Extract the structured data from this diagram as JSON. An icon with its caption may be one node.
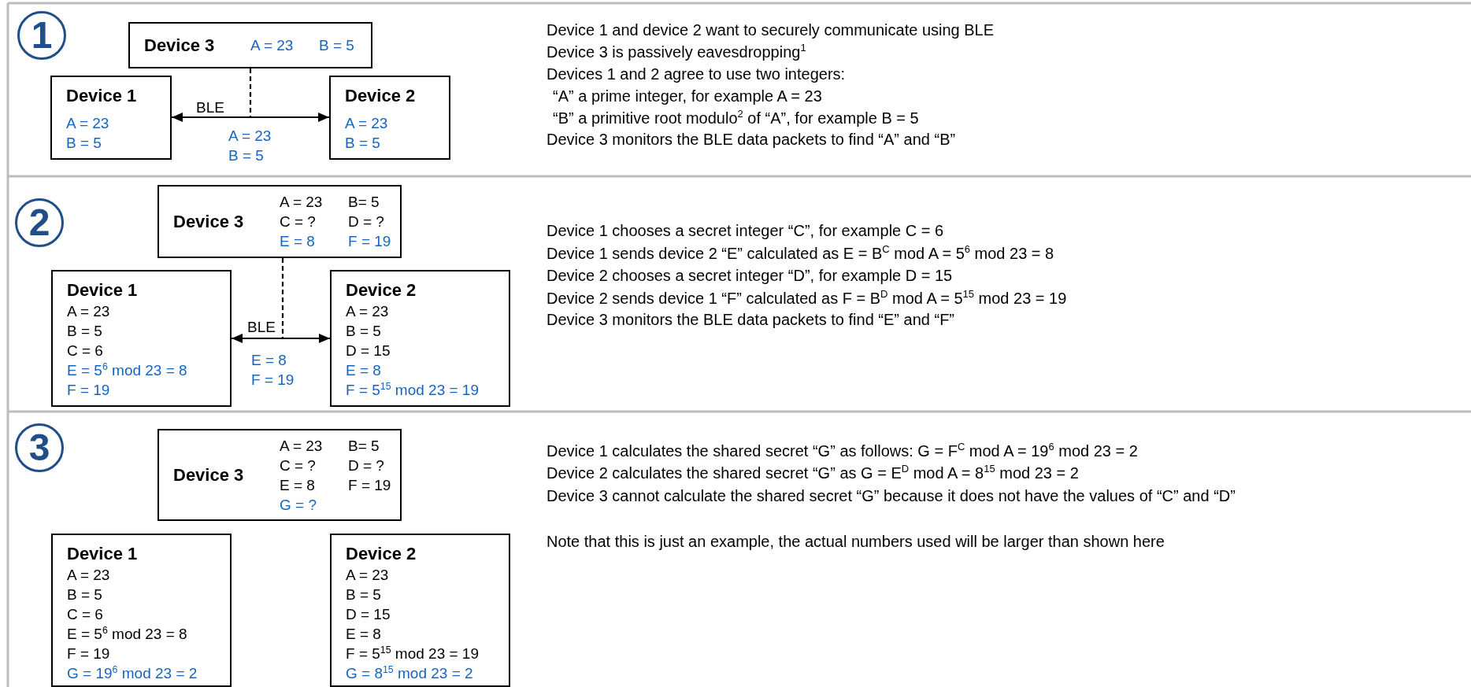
{
  "diagram": {
    "nodes": [
      {
        "text": [
          "1"
        ]
      },
      {
        "text": [
          "Device 3",
          "A = 23",
          "B = 5"
        ]
      },
      {
        "text": [
          "Device 1",
          "A = 23",
          "B = 5"
        ]
      },
      {
        "text": [
          "Device 2",
          "A = 23",
          "B = 5"
        ]
      },
      {
        "text": [
          "2"
        ]
      },
      {
        "text": [
          "Device 3",
          "A = 23",
          "B= 5",
          "C = ?",
          "D = ?",
          "E = 8",
          "F = 19"
        ]
      },
      {
        "text": [
          "Device 1",
          "A = 23",
          "B = 5",
          "C = 6",
          "E = 5$^{6}$ mod 23 = 8",
          "F = 19"
        ]
      },
      {
        "text": [
          "Device 2",
          "A = 23",
          "B = 5",
          "D = 15",
          "E = 8",
          "F = 5$^{15}$ mod 23 = 19"
        ]
      },
      {
        "text": [
          "3"
        ]
      },
      {
        "text": [
          "Device 3",
          "A = 23",
          "B= 5",
          "C = ?",
          "D = ?",
          "E = 8",
          "F = 19",
          "G = ?"
        ]
      },
      {
        "text": [
          "Device 1",
          "A = 23",
          "B = 5",
          "C = 6",
          "E = 5$^{6}$ mod 23 = 8",
          "F = 19",
          "G = 19$^{6}$ mod 23 = 2"
        ]
      },
      {
        "text": [
          "Device 2",
          "A = 23",
          "B = 5",
          "D = 15",
          "E = 8",
          "F = 5$^{15}$ mod 23 = 19",
          "G = 8$^{15}$ mod 23 = 2"
        ]
      }
    ],
    "edges": [
      {
        "from": 2,
        "to": 3,
        "arrow": "both",
        "label": "BLE"
      },
      {
        "from": 1,
        "to": null,
        "arrow": "none",
        "style": "dashed"
      },
      {
        "from": 6,
        "to": 7,
        "arrow": "both",
        "label": "BLE"
      },
      {
        "from": 5,
        "to": null,
        "arrow": "none",
        "style": "dashed"
      }
    ],
    "labels": [
      "A = 23",
      "B = 5",
      "Device 1 and device 2 want to securely communicate using BLE",
      "Device 3 is passively eavesdropping$^{1}$",
      "Devices 1 and 2 agree to use two integers:",
      "“A” a prime integer, for example A = 23",
      "“B” a primitive root modulo$^{2}$ of “A”, for example B = 5",
      "Device 3 monitors the BLE data packets to find “A” and “B”",
      "E = 8",
      "F = 19",
      "Device 1 chooses a secret integer “C”, for example C = 6",
      "Device 1 sends device 2 “E” calculated as E = B$^{C}$ mod A = 5$^{6}$ mod 23 = 8",
      "Device 2 chooses a secret integer “D”, for example D = 15",
      "Device 2 sends device 1 “F” calculated as F = B$^{D}$ mod A = 5$^{15}$ mod 23 = 19",
      "Device 3 monitors the BLE data packets to find “E” and “F”",
      "Device 1 calculates the shared secret “G” as follows: G = F$^{C}$ mod A = 19$^{6}$ mod 23 = 2",
      "Device 2 calculates the shared secret “G” as G = E$^{D}$ mod A = 8$^{15}$ mod 23 = 2",
      "Device 3 cannot calculate the shared secret “G” because it does not have the values of “C” and “D”",
      "Note that this is just an example, the actual numbers used will be larger than shown here"
    ]
  }
}
